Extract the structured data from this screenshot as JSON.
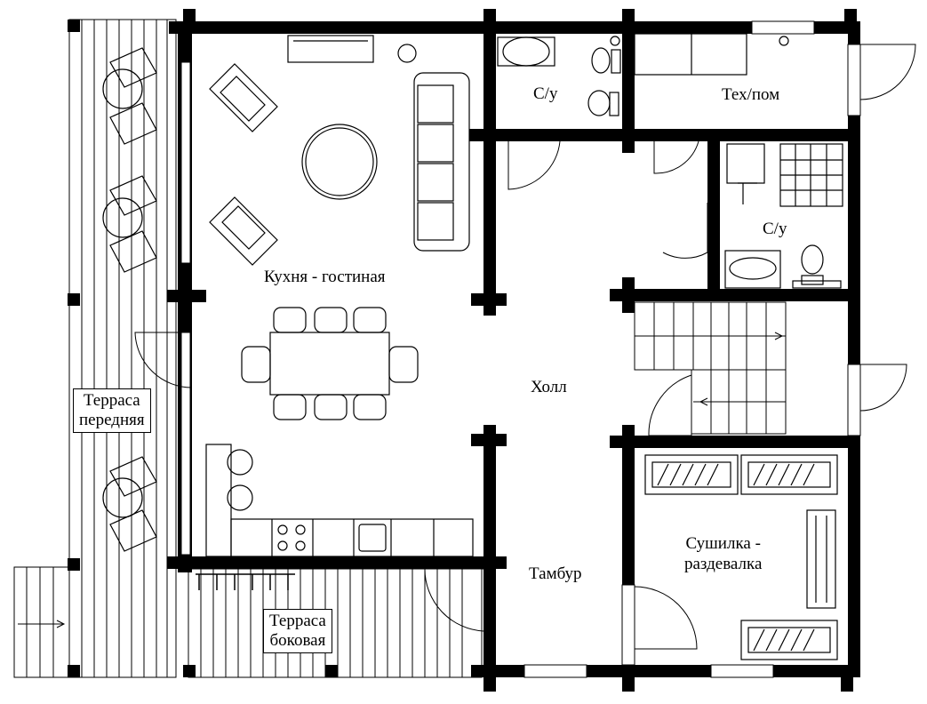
{
  "rooms": {
    "wc_top": "С/у",
    "tech": "Тех/пом",
    "wc_right": "С/у",
    "kitchen": "Кухня - гостиная",
    "hall": "Холл",
    "vestibule": "Тамбур",
    "drying": [
      "Сушилка -",
      "раздевалка"
    ],
    "terrace_front": [
      "Терраса",
      "передняя"
    ],
    "terrace_side": [
      "Терраса",
      "боковая"
    ]
  },
  "colors": {
    "wall": "#000000",
    "line": "#000000",
    "background": "#ffffff"
  }
}
